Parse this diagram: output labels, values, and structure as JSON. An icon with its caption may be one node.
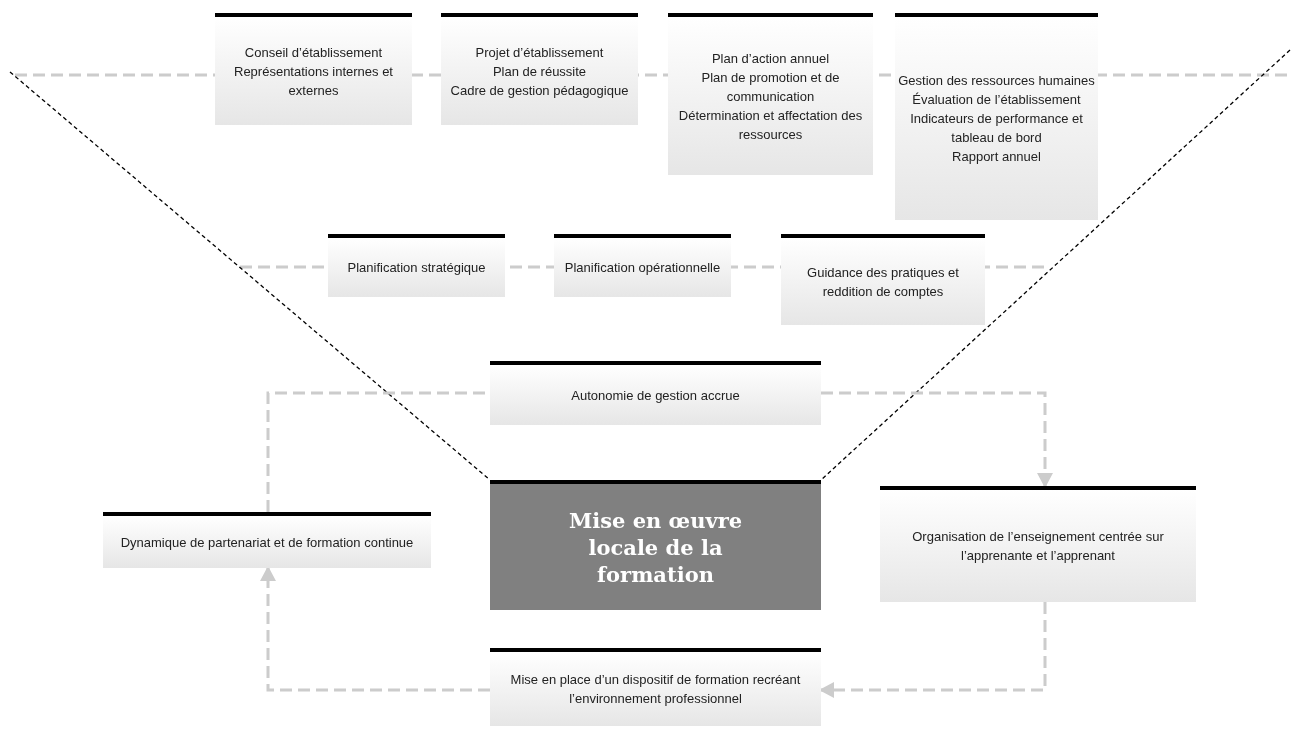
{
  "diagram": {
    "nodes": [
      {
        "text": [
          "Conseil d’établissement",
          "Représentations internes et externes"
        ]
      },
      {
        "text": [
          "Projet d’établissement",
          "Plan de réussite",
          "Cadre de gestion pédagogique"
        ]
      },
      {
        "text": [
          "Plan d’action annuel",
          "Plan de promotion et de communication",
          "Détermination et affectation des ressources"
        ]
      },
      {
        "text": [
          "Gestion des ressources humaines",
          "Évaluation de l’établissement",
          "Indicateurs de performance et tableau de bord",
          "Rapport annuel"
        ]
      },
      {
        "text": [
          "Planification stratégique"
        ]
      },
      {
        "text": [
          "Planification opérationnelle"
        ]
      },
      {
        "text": [
          "Guidance des pratiques et reddition de comptes"
        ]
      },
      {
        "text": [
          "Autonomie de gestion accrue"
        ]
      },
      {
        "text": [
          "Mise en œuvre locale de la formation"
        ]
      },
      {
        "text": [
          "Dynamique de partenariat et de formation continue"
        ]
      },
      {
        "text": [
          "Organisation de l’enseignement centrée sur l’apprenante et l’apprenant"
        ]
      },
      {
        "text": [
          "Mise en place d’un dispositif de formation recréant l’environnement professionnel"
        ]
      }
    ],
    "edges": [
      {
        "from": 7,
        "to": 10,
        "arrow": "to",
        "style": "dashed"
      },
      {
        "from": 10,
        "to": 11,
        "arrow": "to",
        "style": "dashed"
      },
      {
        "from": 11,
        "to": 9,
        "arrow": "to",
        "style": "dashed"
      },
      {
        "from": 9,
        "to": 7,
        "arrow": "none",
        "style": "dashed"
      }
    ]
  }
}
